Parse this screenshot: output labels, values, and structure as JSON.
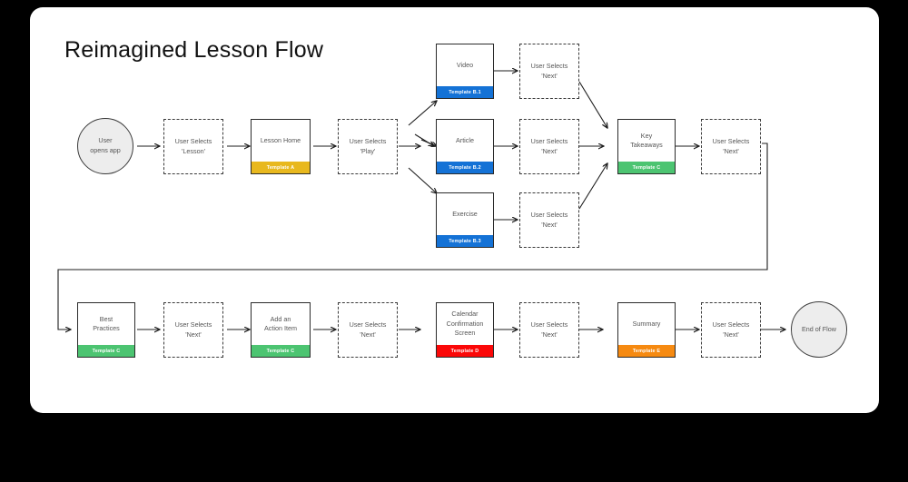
{
  "title": "Reimagined Lesson Flow",
  "colors": {
    "template_a": "#E8B81E",
    "template_b": "#1472D6",
    "template_c": "#4CC471",
    "template_d": "#FB0808",
    "template_e": "#F68A11",
    "terminal_fill": "#EDEDED",
    "stroke": "#2b2b2b",
    "canvas": "#FFFFFF",
    "backdrop": "#000000"
  },
  "nodes": {
    "start": {
      "label": "User\nopens app",
      "type": "terminator"
    },
    "sel_lesson": {
      "label": "User Selects\n'Lesson'",
      "type": "action"
    },
    "lesson_home": {
      "label": "Lesson Home",
      "template": "Template A",
      "type": "screen"
    },
    "sel_play": {
      "label": "User Selects\n'Play'",
      "type": "action"
    },
    "video": {
      "label": "Video",
      "template": "Template B.1",
      "type": "screen"
    },
    "sel_next_video": {
      "label": "User Selects\n'Next'",
      "type": "action"
    },
    "article": {
      "label": "Article",
      "template": "Template B.2",
      "type": "screen"
    },
    "sel_next_article": {
      "label": "User Selects\n'Next'",
      "type": "action"
    },
    "exercise": {
      "label": "Exercise",
      "template": "Template B.3",
      "type": "screen"
    },
    "sel_next_exercise": {
      "label": "User Selects\n'Next'",
      "type": "action"
    },
    "key_takeaways": {
      "label": "Key\nTakeaways",
      "template": "Template C",
      "type": "screen"
    },
    "sel_next_kt": {
      "label": "User Selects\n'Next'",
      "type": "action"
    },
    "best_practices": {
      "label": "Best\nPractices",
      "template": "Template C",
      "type": "screen"
    },
    "sel_next_bp": {
      "label": "User Selects\n'Next'",
      "type": "action"
    },
    "action_item": {
      "label": "Add an\nAction Item",
      "template": "Template C",
      "type": "screen"
    },
    "sel_next_ai": {
      "label": "User Selects\n'Next'",
      "type": "action"
    },
    "calendar": {
      "label": "Calendar\nConfirmation\nScreen",
      "template": "Template D",
      "type": "screen"
    },
    "sel_next_cal": {
      "label": "User Selects\n'Next'",
      "type": "action"
    },
    "summary": {
      "label": "Summary",
      "template": "Template E",
      "type": "screen"
    },
    "sel_next_sum": {
      "label": "User Selects\n'Next'",
      "type": "action"
    },
    "end": {
      "label": "End of Flow",
      "type": "terminator"
    }
  }
}
